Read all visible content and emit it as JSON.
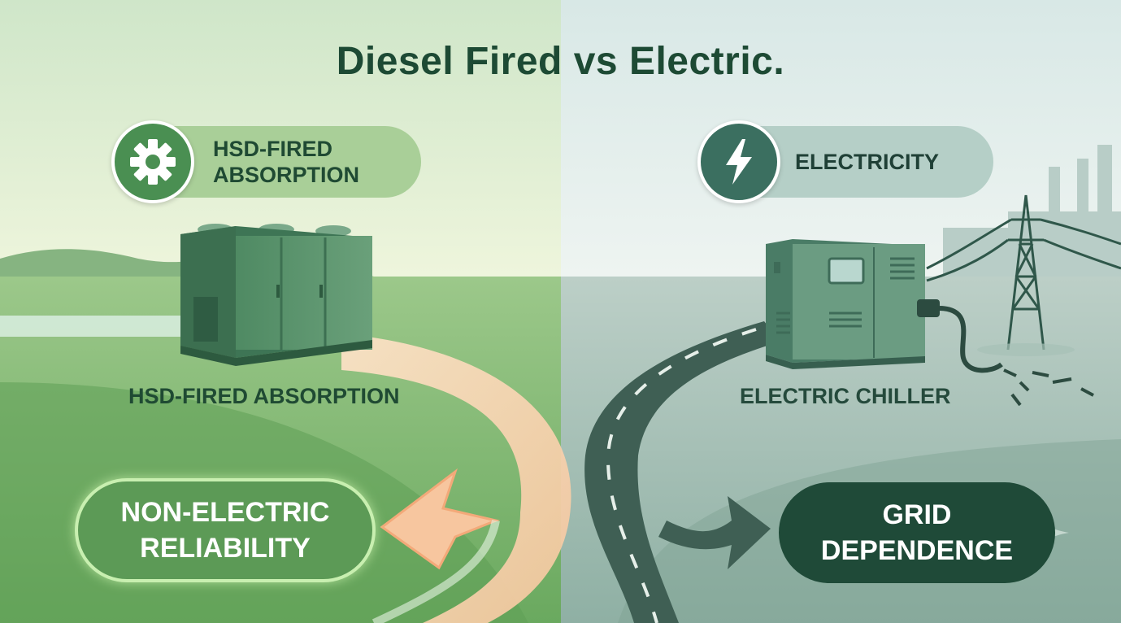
{
  "title": "Diesel Fired vs Electric.",
  "left": {
    "label": "HSD-FIRED ABSORPTION",
    "icon": "gear-icon",
    "caption": "HSD-FIRED ABSORPTION",
    "outcome_line1": "NON-ELECTRIC",
    "outcome_line2": "RELIABILITY",
    "accent_color": "#4a8f52"
  },
  "right": {
    "label": "ELECTRICITY",
    "icon": "lightning-bolt-icon",
    "caption": "ELECTRIC CHILLER",
    "outcome_line1": "GRID",
    "outcome_line2": "DEPENDENCE",
    "accent_color": "#1f4a38"
  }
}
